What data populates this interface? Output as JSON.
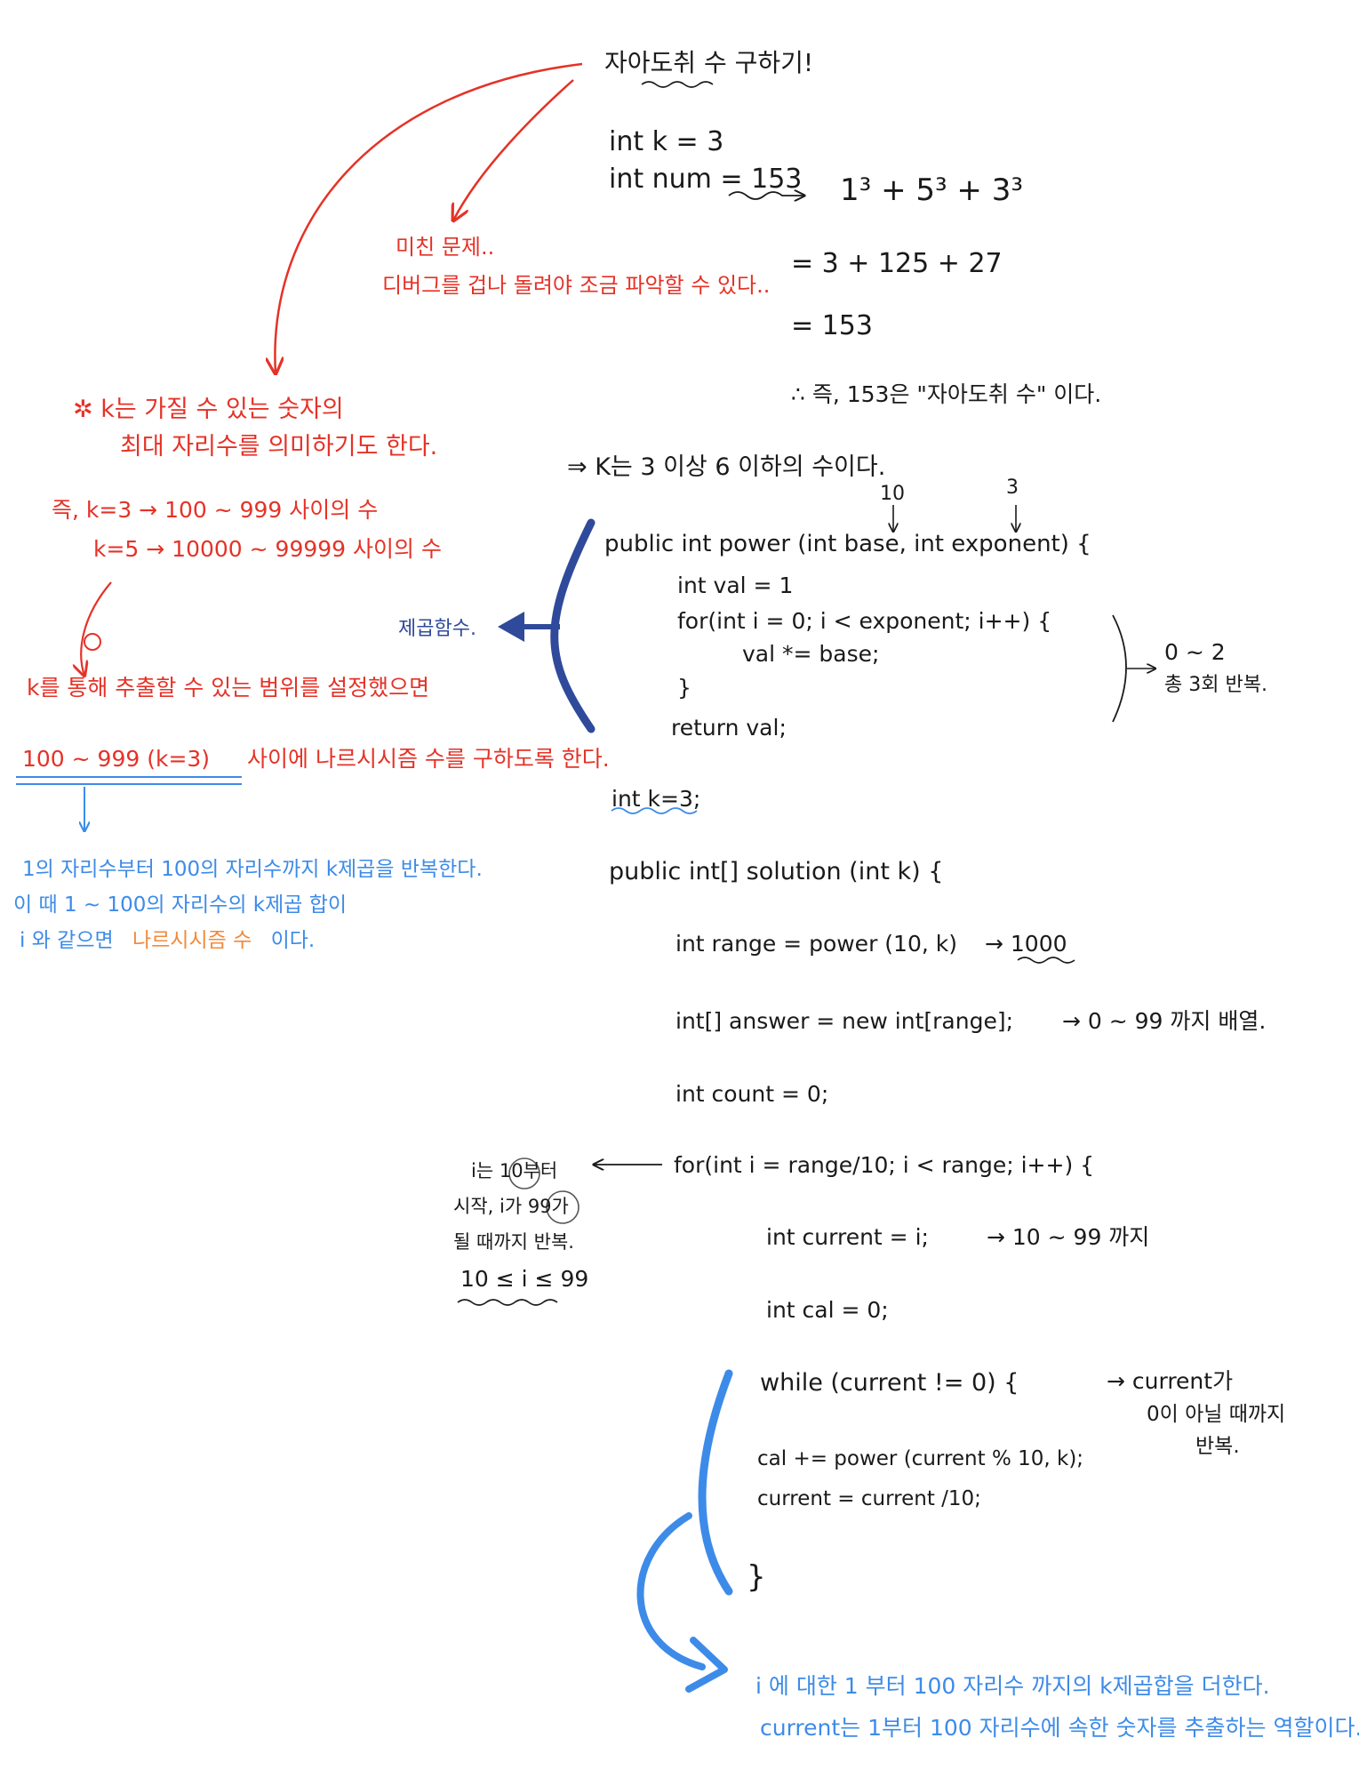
{
  "title": "자아도취 수 구하기!",
  "intro_code": [
    "int k = 3",
    "int num = 153"
  ],
  "expansion": {
    "expr": "1³ + 5³ + 3³",
    "step1": "= 3 + 125 + 27",
    "step2": "= 153",
    "conclusion": "∴ 즉, 153은 \"자아도취 수\" 이다."
  },
  "k_range_note": "⇒ K는 3 이상 6 이하의 수이다.",
  "power_args": [
    "10",
    "3"
  ],
  "power_code": [
    "public int power (int base, int exponent) {",
    "int val = 1",
    "for(int i = 0; i < exponent; i++) {",
    "val *= base;",
    "}",
    "return val;"
  ],
  "loop_note": [
    "0 ~ 2",
    "총 3회 반복."
  ],
  "recursion_label": "제곱함수.",
  "k_decl": "int k=3;",
  "solution_code": {
    "signature": "public int[] solution (int k) {",
    "range": "int range = power (10, k)",
    "range_result": "→ 1000",
    "answer": "int[] answer = new int[range];",
    "answer_note": "→ 0 ~ 99 까지 배열.",
    "count": "int count = 0;",
    "for_loop": "for(int i = range/10; i < range; i++) {",
    "current": "int current = i;",
    "current_note": "→  10 ~ 99 까지",
    "cal": "int cal = 0;",
    "while": "while (current != 0) {",
    "while_note": [
      "→ current가",
      "0이 아닐 때까지",
      "반복."
    ],
    "cal_add": "cal += power (current % 10, k);",
    "current_div": "current = current /10;",
    "close": "}"
  },
  "i_note": [
    "i는 10부터",
    "시작, i가 99가",
    "될 때까지 반복.",
    "10 ≤ i ≤ 99"
  ],
  "red_notes": {
    "crazy": [
      "미친 문제..",
      "디버그를 겁나 돌려야 조금 파악할 수 있다.."
    ],
    "k_meaning": [
      "✲ k는 가질 수 있는 숫자의",
      "최대 자리수를 의미하기도 한다."
    ],
    "examples": [
      "즉, k=3 →  100 ~ 999  사이의 수",
      "k=5 →  10000 ~ 99999  사이의 수"
    ],
    "range_set": "k를 통해 추출할 수 있는 범위를 설정했으면",
    "range_find_a": "100 ~ 999  (k=3)",
    "range_find_b": "사이에  나르시시즘 수를 구하도록 한다."
  },
  "blue_notes": {
    "repeat": "1의 자리수부터   100의 자리수까지   k제곱을 반복한다.",
    "condition": "이 때  1 ~ 100의 자리수의  k제곱 합이",
    "result_a": "i 와  같으면",
    "result_b": "나르시시즘 수",
    "result_c": "이다.",
    "bottom": [
      "i 에 대한  1 부터  100 자리수 까지의  k제곱합을 더한다.",
      "current는  1부터  100 자리수에 속한 숫자를  추출하는 역할이다."
    ]
  },
  "colors": {
    "ink": "#1a1a1a",
    "red": "#e53227",
    "blue": "#3d8be8",
    "navy": "#2f4a9a",
    "orange": "#f08a3c"
  }
}
